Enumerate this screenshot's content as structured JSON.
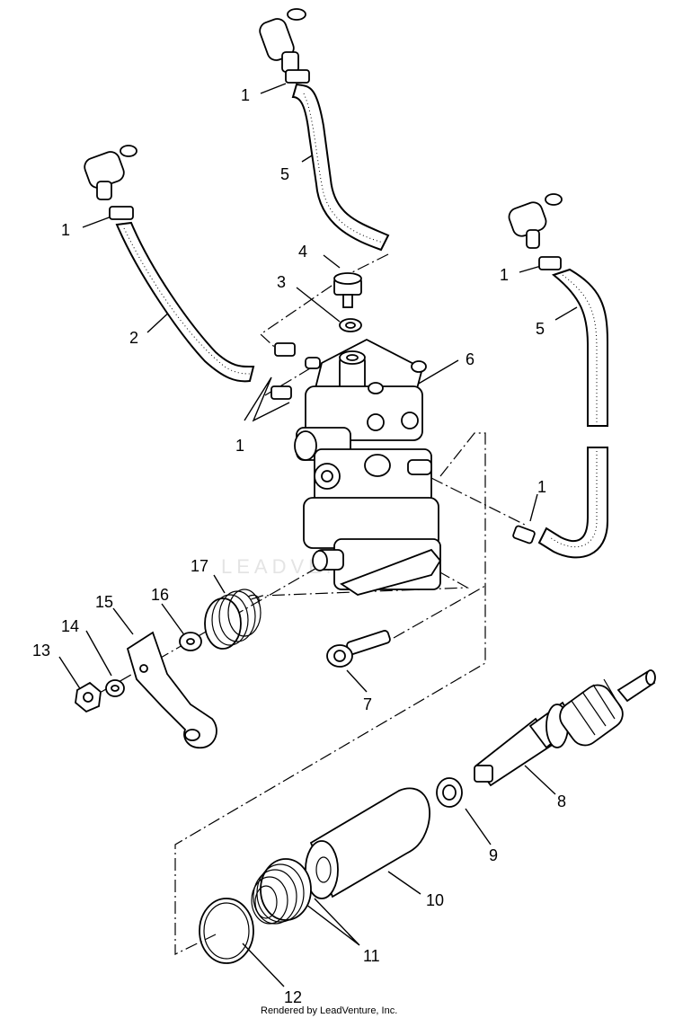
{
  "diagram": {
    "footer": "Rendered by LeadVenture, Inc.",
    "watermark": "LEADVENTURE",
    "callouts": [
      {
        "id": "c1a",
        "text": "1"
      },
      {
        "id": "c1b",
        "text": "1"
      },
      {
        "id": "c1c",
        "text": "1"
      },
      {
        "id": "c1d",
        "text": "1"
      },
      {
        "id": "c1e",
        "text": "1"
      },
      {
        "id": "c2",
        "text": "2"
      },
      {
        "id": "c3",
        "text": "3"
      },
      {
        "id": "c4",
        "text": "4"
      },
      {
        "id": "c5a",
        "text": "5"
      },
      {
        "id": "c5b",
        "text": "5"
      },
      {
        "id": "c6",
        "text": "6"
      },
      {
        "id": "c7",
        "text": "7"
      },
      {
        "id": "c8",
        "text": "8"
      },
      {
        "id": "c9",
        "text": "9"
      },
      {
        "id": "c10",
        "text": "10"
      },
      {
        "id": "c11",
        "text": "11"
      },
      {
        "id": "c12",
        "text": "12"
      },
      {
        "id": "c13",
        "text": "13"
      },
      {
        "id": "c14",
        "text": "14"
      },
      {
        "id": "c15",
        "text": "15"
      },
      {
        "id": "c16",
        "text": "16"
      },
      {
        "id": "c17",
        "text": "17"
      }
    ]
  }
}
